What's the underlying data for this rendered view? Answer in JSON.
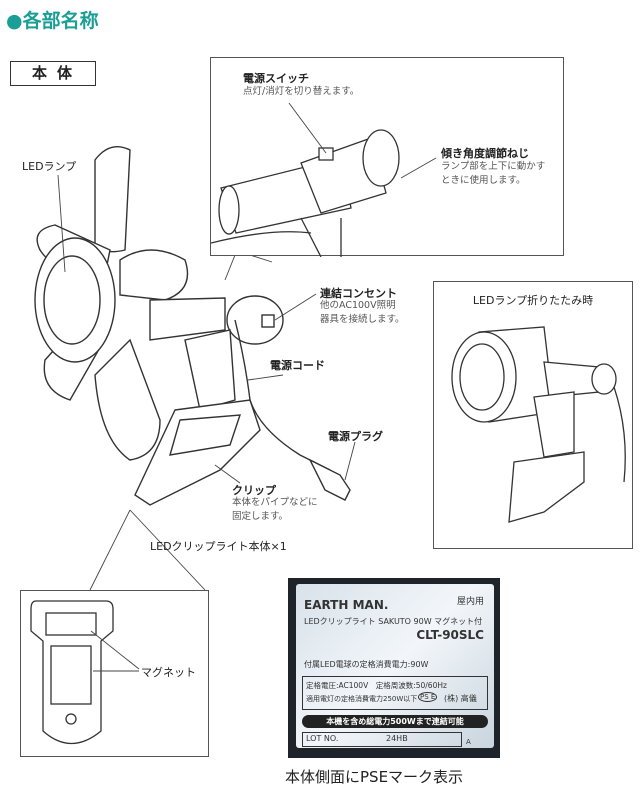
{
  "title": "●各部名称",
  "section": "本体",
  "parts": {
    "power_switch": {
      "label": "電源スイッチ",
      "desc": "点灯/消灯を切り替えます。"
    },
    "tilt_screw": {
      "label": "傾き角度調節ねじ",
      "desc": [
        "ランプ部を上下に動かす",
        "ときに使用します。"
      ]
    },
    "led_lamp": {
      "label": "LEDランプ"
    },
    "outlet": {
      "label": "連結コンセント",
      "desc": [
        "他のAC100V照明",
        "器具を接続します。"
      ]
    },
    "power_cord": {
      "label": "電源コード"
    },
    "power_plug": {
      "label": "電源プラグ"
    },
    "clip": {
      "label": "クリップ",
      "desc": [
        "本体をパイプなどに",
        "固定します。"
      ]
    },
    "magnet": {
      "label": "マグネット"
    }
  },
  "body_caption": "LEDクリップライト本体×1",
  "folded_caption": "LEDランプ折りたたみ時",
  "label_plate": {
    "brand": "EARTH MAN.",
    "indoor": "屋内用",
    "product": "LEDクリップライト SAKUTO 90W マグネット付",
    "model": "CLT-90SLC",
    "bulb_power": "付属LED電球の定格消費電力:90W",
    "rating1": "定格電圧:AC100V　定格周波数:50/60Hz",
    "rating2": "適用電灯の定格消費電力250W以下",
    "maker": "(株) 高儀",
    "pse": "PS E",
    "banner": "本機を含め総電力500Wまで連結可能",
    "lot_label": "LOT NO.",
    "lot_value": "24HB",
    "suffix": "A"
  },
  "pse_caption": "本体側面にPSEマーク表示"
}
